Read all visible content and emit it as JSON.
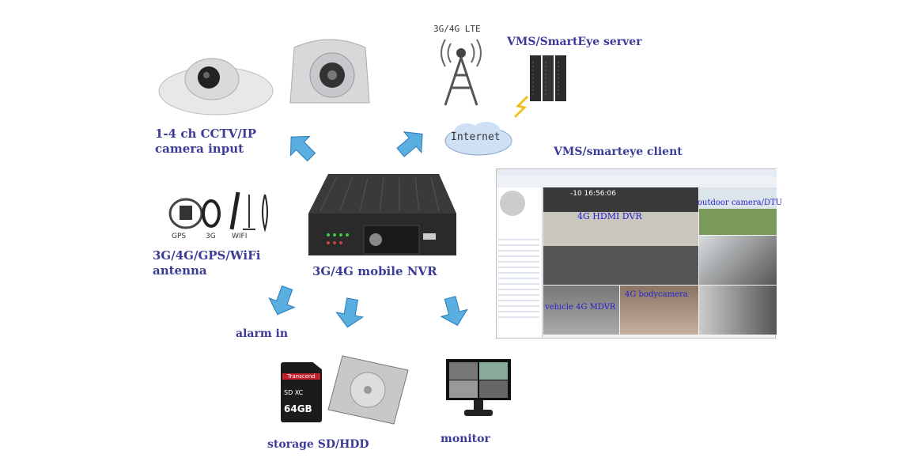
{
  "labels": {
    "camera": [
      "1-4 ch CCTV/IP",
      "camera input"
    ],
    "antenna": [
      "3G/4G/GPS/WiFi",
      "antenna"
    ],
    "nvr": "3G/4G mobile NVR",
    "alarm": "alarm in",
    "storage": "storage SD/HDD",
    "monitor": "monitor",
    "server": "VMS/SmartEye server",
    "client": "VMS/smarteye client"
  },
  "tower_text": "3G/4G LTE",
  "internet_text": "Internet",
  "antenna_tags": [
    "GPS",
    "3G",
    "WIFI"
  ],
  "sd_card": {
    "brand": "Transcend",
    "type": "SD XC",
    "capacity": "64GB"
  },
  "client_screen": {
    "timestamp": "-10 16:56:06",
    "overlays": [
      "4G HDMI DVR",
      "outdoor camera/DTU",
      "vehicle 4G MDVR",
      "4G bodycamera"
    ]
  },
  "colors": {
    "label": "#3b3b98",
    "arrow": "#5aaee0"
  }
}
